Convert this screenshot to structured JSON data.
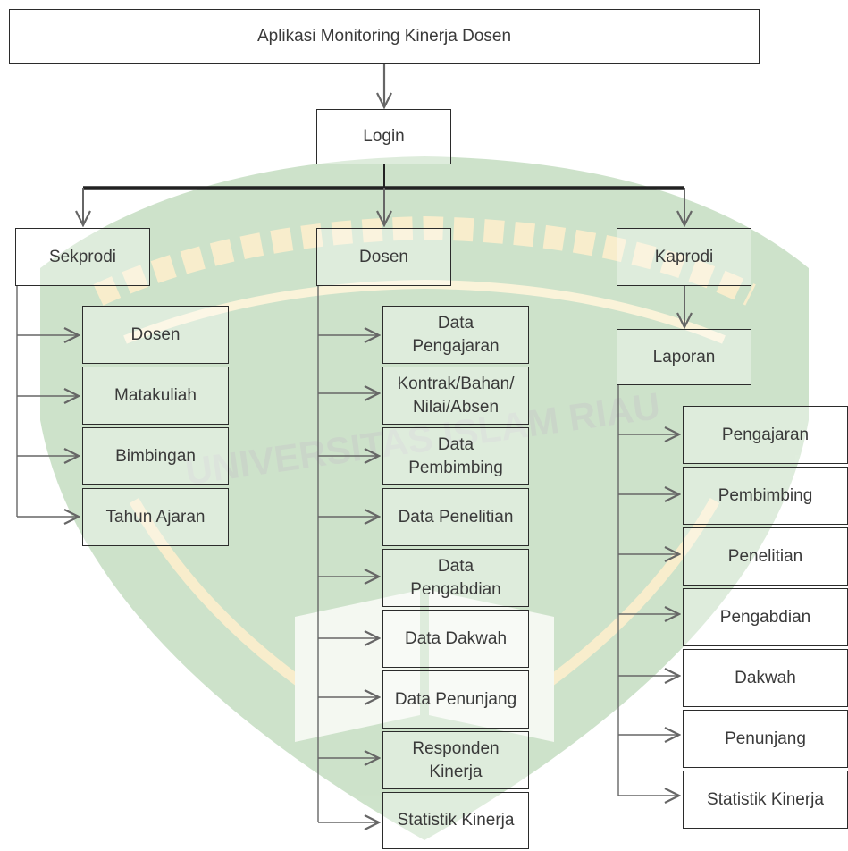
{
  "title": "Aplikasi Monitoring Kinerja Dosen",
  "login": "Login",
  "roles": {
    "sekprodi": "Sekprodi",
    "dosen": "Dosen",
    "kaprodi": "Kaprodi"
  },
  "sekprodi_items": [
    "Dosen",
    "Matakuliah",
    "Bimbingan",
    "Tahun Ajaran"
  ],
  "dosen_items": [
    "Data\nPengajaran",
    "Kontrak/Bahan/\nNilai/Absen",
    "Data\nPembimbing",
    "Data Penelitian",
    "Data\nPengabdian",
    "Data Dakwah",
    "Data Penunjang",
    "Responden\nKinerja",
    "Statistik Kinerja"
  ],
  "laporan": "Laporan",
  "kaprodi_items": [
    "Pengajaran",
    "Pembimbing",
    "Penelitian",
    "Pengabdian",
    "Dakwah",
    "Penunjang",
    "Statistik Kinerja"
  ],
  "watermark": "UNIVERSITAS ISLAM RIAU",
  "colors": {
    "line": "#222222",
    "arrow": "#666666",
    "border": "#2b2b2b",
    "watermark_green": "#3f8a3a",
    "watermark_gold": "#e8c24a"
  }
}
